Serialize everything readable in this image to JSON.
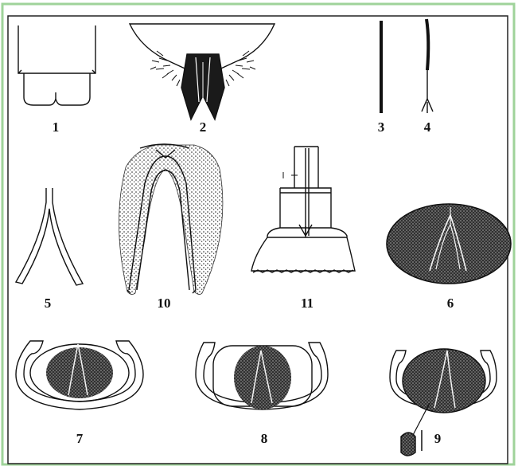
{
  "plate": {
    "frame_color": "#9fd39a",
    "ink_color": "#111111",
    "figures": [
      {
        "number": "1",
        "subject": "terminal-segment"
      },
      {
        "number": "2",
        "subject": "subgenital-plate-with-setae"
      },
      {
        "number": "3",
        "subject": "needle-bristle"
      },
      {
        "number": "4",
        "subject": "forked-bristle"
      },
      {
        "number": "5",
        "subject": "forked-apodeme"
      },
      {
        "number": "10",
        "subject": "u-shaped-sclerite"
      },
      {
        "number": "11",
        "subject": "genital-tube"
      },
      {
        "number": "6",
        "subject": "oval-plate"
      },
      {
        "number": "7",
        "subject": "ring-plate-a"
      },
      {
        "number": "8",
        "subject": "ring-plate-b"
      },
      {
        "number": "9",
        "subject": "ring-plate-c-with-bristle"
      }
    ]
  }
}
